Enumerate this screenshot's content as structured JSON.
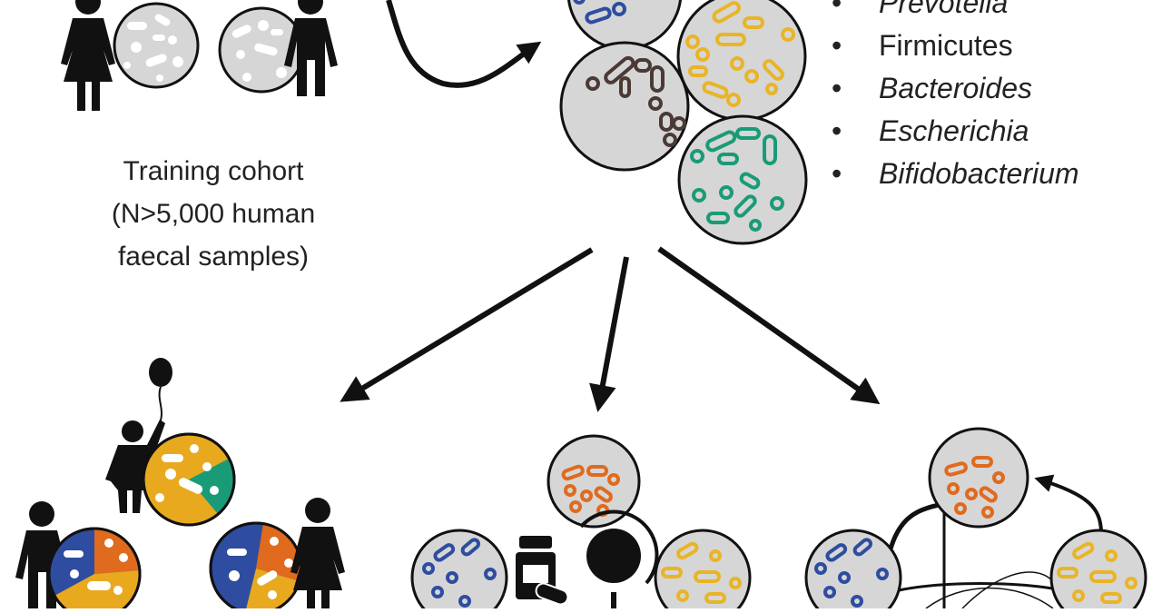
{
  "cohort": {
    "line1": "Training cohort",
    "line2": "(N>5,000 human",
    "line3": "faecal samples)"
  },
  "taxa": [
    {
      "label": "Prevotella",
      "italic": true
    },
    {
      "label": "Firmicutes",
      "italic": false
    },
    {
      "label": "Bacteroides",
      "italic": true
    },
    {
      "label": "Escherichia",
      "italic": true
    },
    {
      "label": "Bifidobacterium",
      "italic": true
    }
  ],
  "colors": {
    "prevotella": "#2E4DA0",
    "firmicutes": "#E9B526",
    "bacteroides": "#4A3A36",
    "escherichia": "#1A9B78",
    "bifidobacterium": "#E06A1E",
    "circle_fill": "#D6D6D6",
    "outline": "#111111"
  }
}
